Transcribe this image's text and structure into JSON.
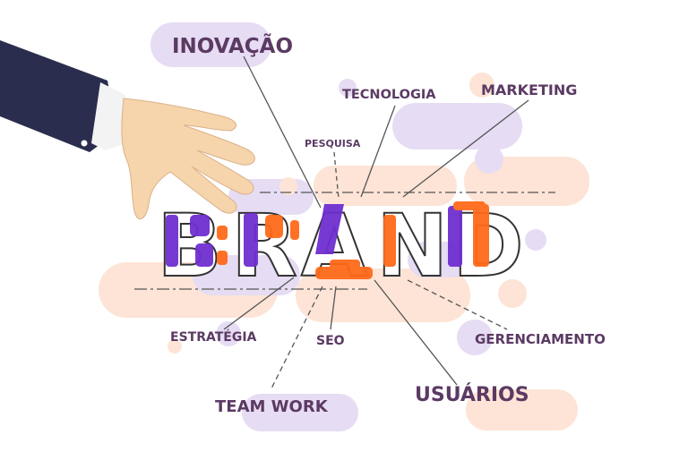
{
  "brand": {
    "letters": [
      "B",
      "R",
      "A",
      "N",
      "D"
    ],
    "colors": {
      "purple": "#6f2fd0",
      "orange": "#ff6a1a",
      "text": "#5b3a63",
      "blob_purple": "#e6dcf3",
      "blob_peach": "#fde4d6"
    }
  },
  "labels": {
    "inovacao": "INOVAÇÃO",
    "tecnologia": "TECNOLOGIA",
    "marketing": "MARKETING",
    "pesquisa": "PESQUISA",
    "estrategia": "ESTRATÉGIA",
    "seo": "SEO",
    "gerenciamento": "GERENCIAMENTO",
    "team_work": "TEAM WORK",
    "usuarios": "USUÁRIOS"
  },
  "icons": {
    "hand": "hand-holding-letter-icon"
  }
}
